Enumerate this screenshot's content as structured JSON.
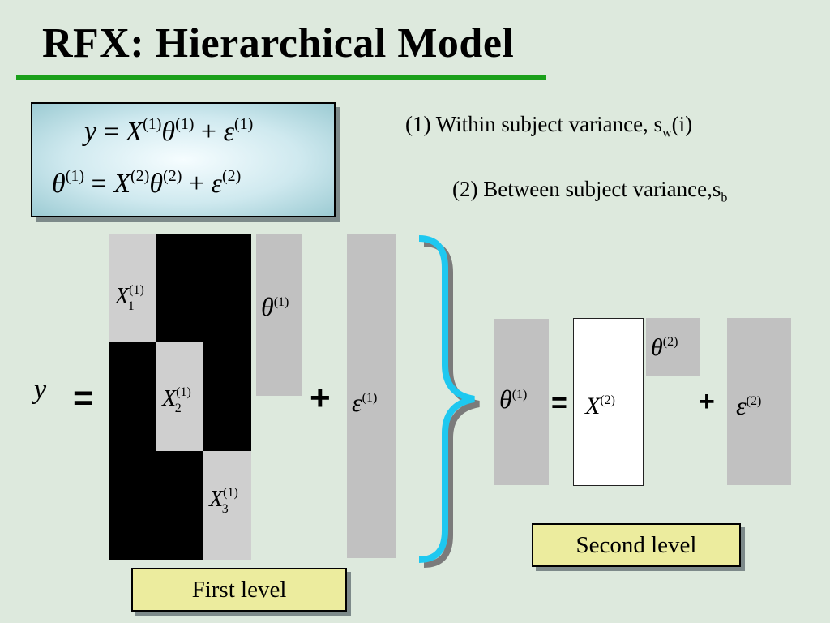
{
  "title": "RFX:  Hierarchical Model",
  "equations": {
    "eq1": {
      "lhs": "y",
      "eq": "=",
      "x": "X",
      "x_sup": "(1)",
      "theta": "θ",
      "theta_sup": "(1)",
      "plus": "+",
      "eps": "ε",
      "eps_sup": "(1)"
    },
    "eq2": {
      "lhs": "θ",
      "lhs_sup": "(1)",
      "eq": "=",
      "x": "X",
      "x_sup": "(2)",
      "theta": "θ",
      "theta_sup": "(2)",
      "plus": "+",
      "eps": "ε",
      "eps_sup": "(2)"
    }
  },
  "notes": {
    "within_text": "(1) Within subject variance, s",
    "within_sub": "w",
    "within_tail": "(i)",
    "between_text": "(2) Between subject variance,s",
    "between_sub": "b"
  },
  "first_level": {
    "y": "y",
    "equals": "=",
    "plus": "+",
    "x1": "X",
    "x1_sup": "(1)",
    "x1_sub": "1",
    "x2": "X",
    "x2_sup": "(1)",
    "x2_sub": "2",
    "x3": "X",
    "x3_sup": "(1)",
    "x3_sub": "3",
    "theta": "θ",
    "theta_sup": "(1)",
    "eps": "ε",
    "eps_sup": "(1)",
    "label": "First level"
  },
  "second_level": {
    "theta1": "θ",
    "theta1_sup": "(1)",
    "equals": "=",
    "x": "X",
    "x_sup": "(2)",
    "theta2": "θ",
    "theta2_sup": "(2)",
    "plus": "+",
    "eps": "ε",
    "eps_sup": "(2)",
    "label": "Second level"
  },
  "colors": {
    "background": "#dde9dd",
    "underline": "#1aa01a",
    "brace": "#1ec8f0",
    "level_box": "#ecec9e",
    "grey_block": "#c1c1c1"
  }
}
